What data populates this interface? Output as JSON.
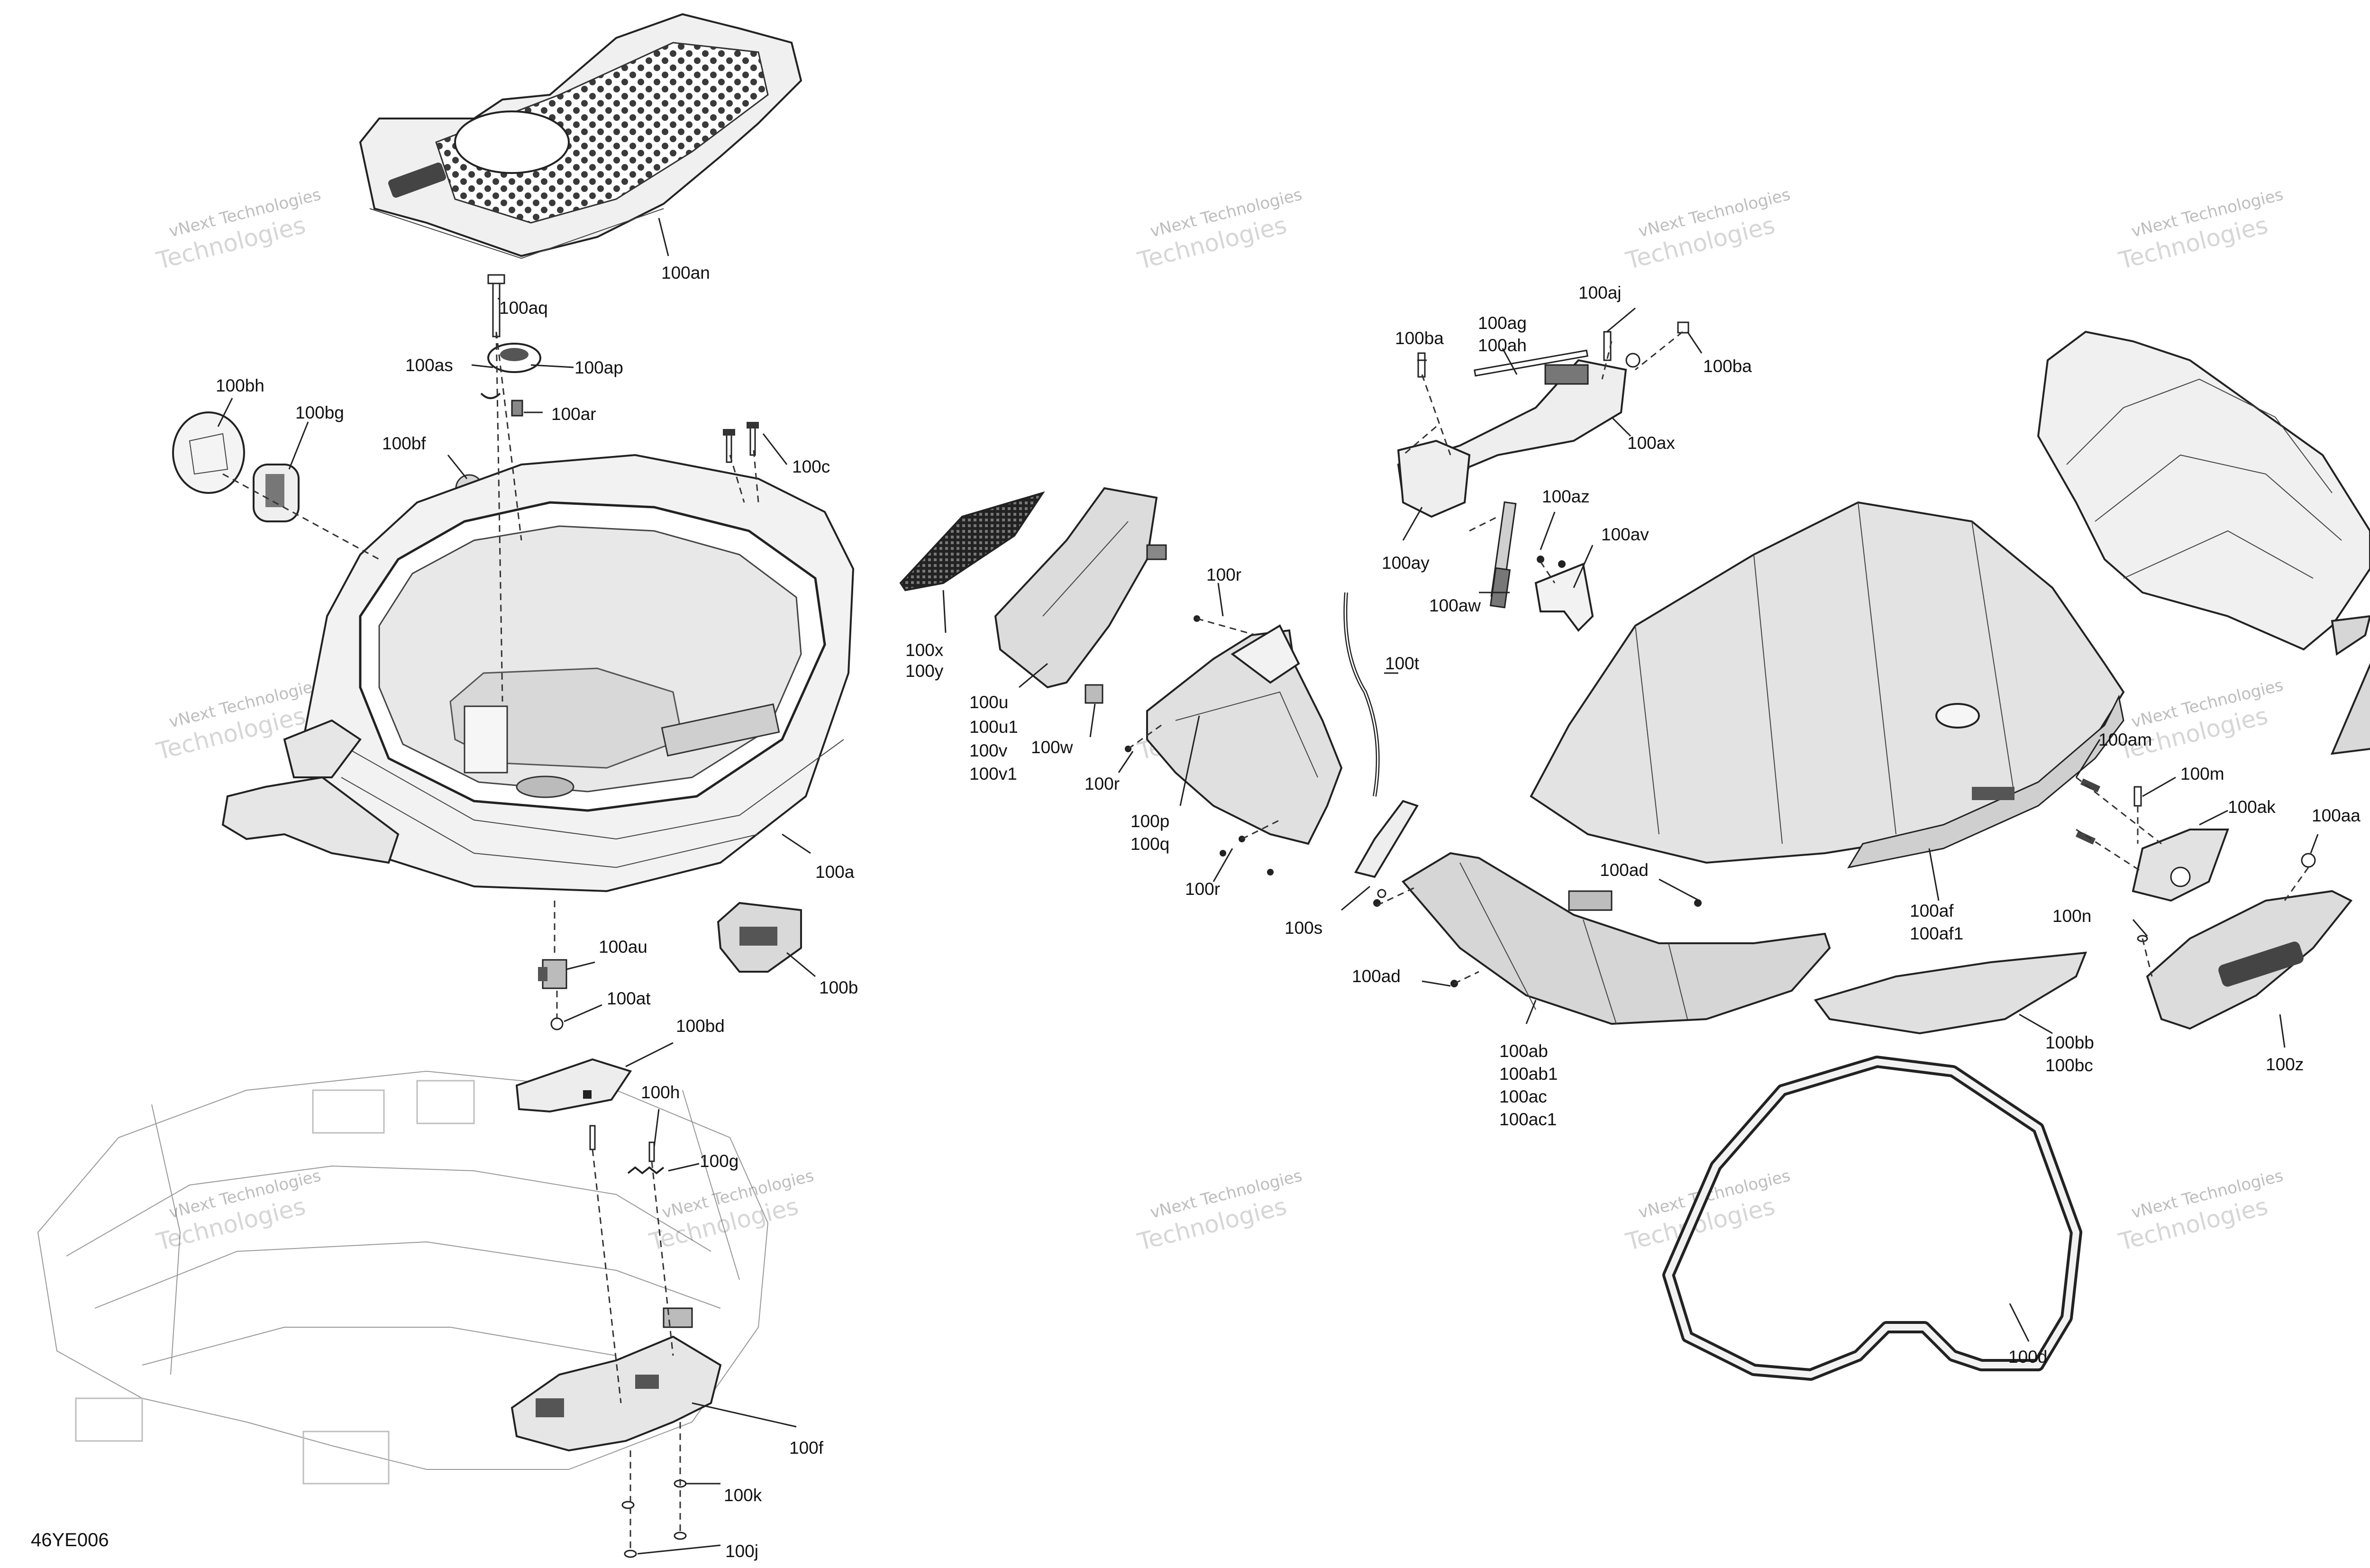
{
  "diagram": {
    "reference_code": "46YE006",
    "watermark": {
      "line1": "vNext Technologies",
      "line2": "Technologies"
    },
    "labels": [
      "100an",
      "100aq",
      "100as",
      "100ap",
      "100ar",
      "100bh",
      "100bg",
      "100bf",
      "100c",
      "100a",
      "100au",
      "100at",
      "100b",
      "100bd",
      "100h",
      "100g",
      "100f",
      "100k",
      "100j",
      "100x",
      "100y",
      "100u",
      "100u1",
      "100v",
      "100v1",
      "100w",
      "100r",
      "100r",
      "100p",
      "100q",
      "100r",
      "100t",
      "100s",
      "100ba",
      "100ag",
      "100ah",
      "100aj",
      "100ba",
      "100ax",
      "100az",
      "100ay",
      "100av",
      "100aw",
      "100ad",
      "100ad",
      "100ab",
      "100ab1",
      "100ac",
      "100ac1",
      "100af",
      "100af1",
      "100am",
      "100m",
      "100ak",
      "100aa",
      "100n",
      "100bb",
      "100bc",
      "100z",
      "100d"
    ]
  }
}
